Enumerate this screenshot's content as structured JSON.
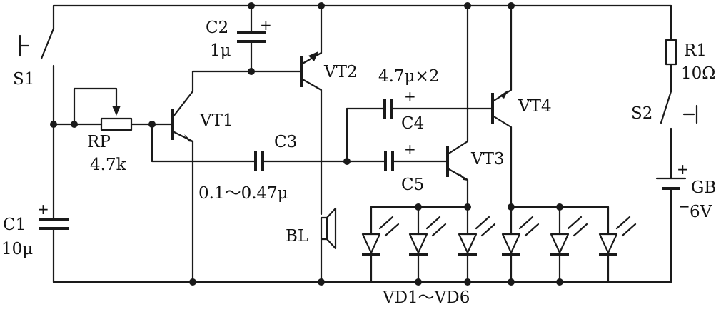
{
  "labels": {
    "s1": "S1",
    "rp": "RP",
    "rp_value": "4.7k",
    "c1": "C1",
    "c1_value": "10μ",
    "c2": "C2",
    "c2_value": "1μ",
    "vt1": "VT1",
    "vt2": "VT2",
    "vt3": "VT3",
    "vt4": "VT4",
    "c3": "C3",
    "c3_value": "0.1～0.47μ",
    "c4": "C4",
    "c5": "C5",
    "c45_value": "4.7μ×2",
    "bl": "BL",
    "leds": "VD1～VD6",
    "r1": "R1",
    "r1_value": "10Ω",
    "s2": "S2",
    "gb": "GB",
    "gb_value": "6V",
    "plus": "+",
    "minus": "−"
  }
}
